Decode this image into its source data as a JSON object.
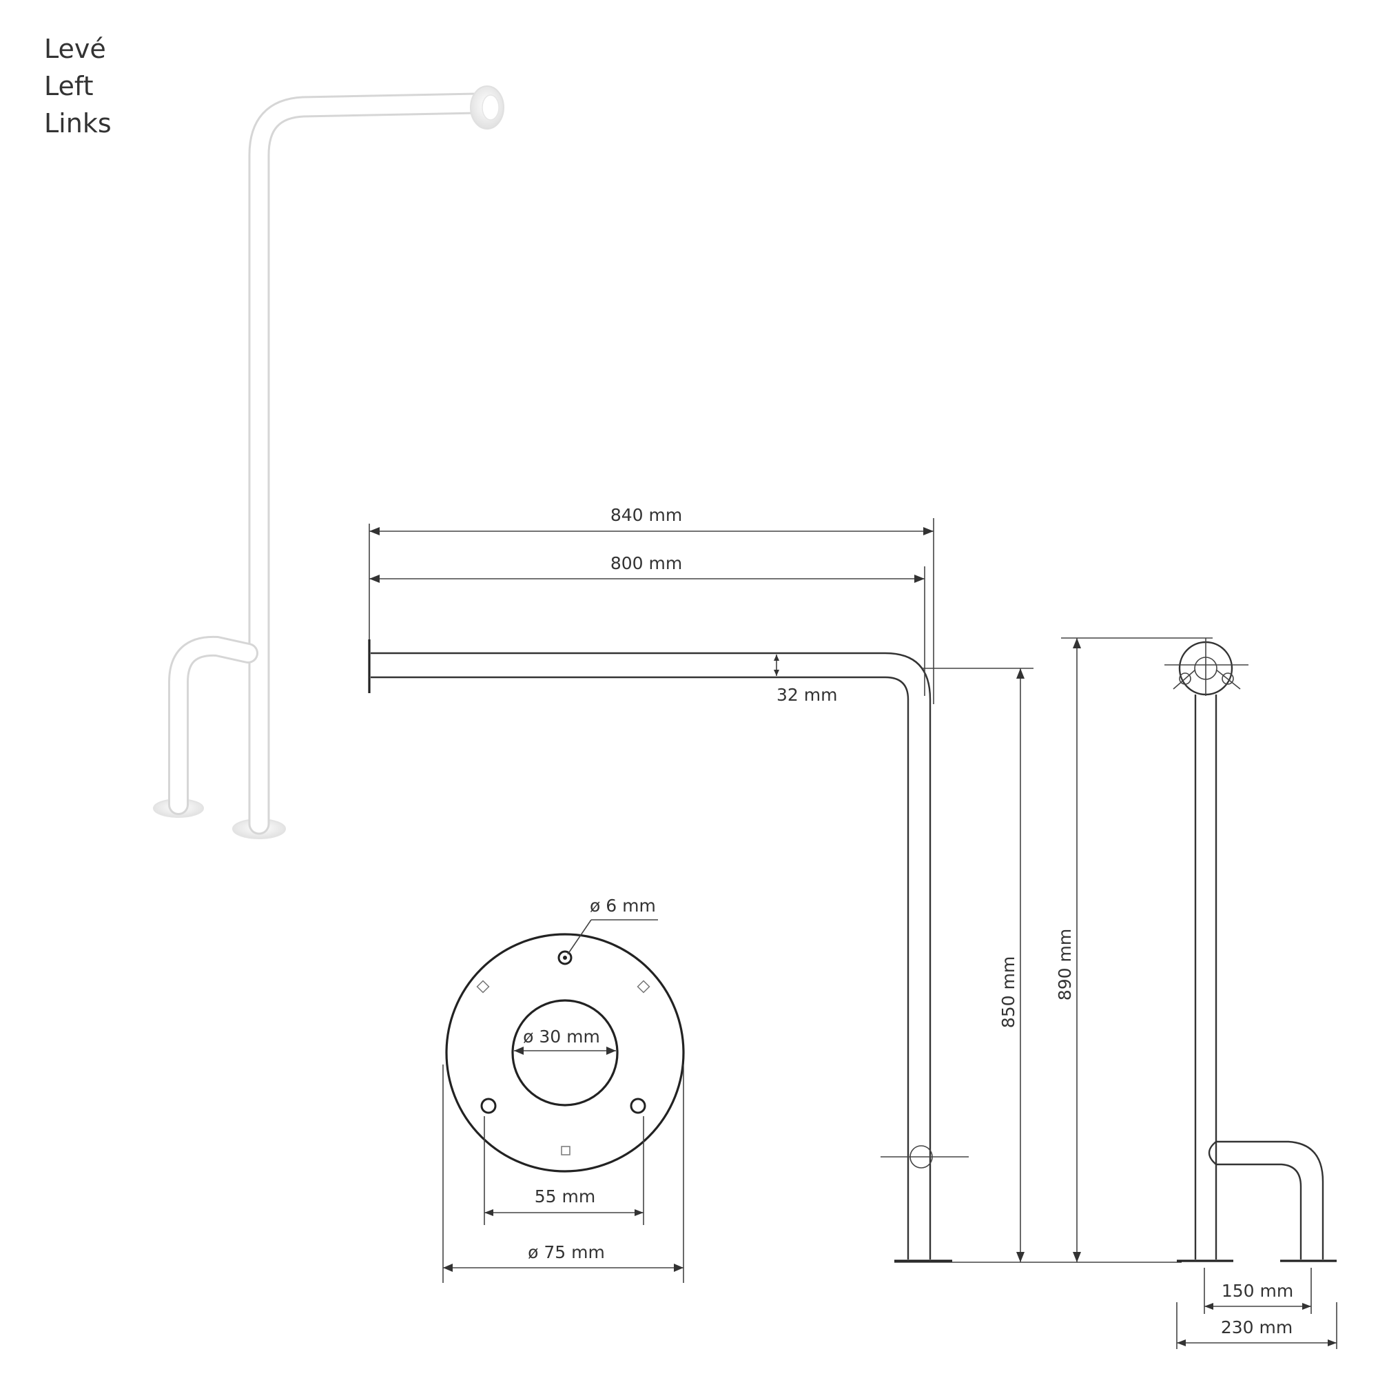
{
  "headings": [
    "Levé",
    "Left",
    "Links"
  ],
  "dimensions": {
    "length_840": "840 mm",
    "length_800": "800 mm",
    "tube_32": "32 mm",
    "height_850": "850 mm",
    "height_890": "890 mm",
    "hole_6": "ø 6 mm",
    "inner_30": "ø 30 mm",
    "pitch_55": "55 mm",
    "outer_75": "ø 75 mm",
    "leg_150": "150 mm",
    "total_230": "230 mm"
  },
  "colors": {
    "line": "#333333",
    "product": "#ffffff",
    "shade": "#e6e6e6"
  }
}
